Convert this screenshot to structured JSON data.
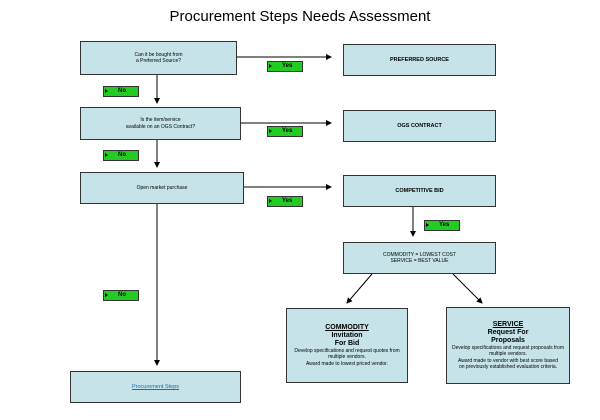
{
  "title": "Procurement Steps Needs Assessment",
  "nodes": {
    "q_preferred": [
      "Can it be bought from",
      "a Preferred Source?"
    ],
    "preferred_source": "PREFERRED SOURCE",
    "q_ogs": [
      "Is the item/service",
      "available on an OGS Contract?"
    ],
    "ogs_contract": "OGS CONTRACT",
    "open_market": "Open market purchase",
    "competitive_bid": "COMPETITIVE BID",
    "commodity_service": [
      "COMMODITY = LOWEST COST",
      "SERVICE = BEST VALUE"
    ],
    "commodity": {
      "heading": "COMMODITY",
      "line2": "Invitation",
      "line3": "For Bid",
      "body": [
        "Develop specifications and request quotes from",
        "multiple vendors.",
        "Award made to lowest priced vendor."
      ]
    },
    "service": {
      "heading": "SERVICE",
      "line2": "Request For",
      "line3": "Proposals",
      "body": [
        "Develop specifications and request proposals from",
        "multiple vendors.",
        "Award made to vendor with best score based",
        "on previously established evaluation criteria."
      ]
    },
    "procurement_steps": "Procurement Steps"
  },
  "tags": {
    "yes": "Yes",
    "no": "No"
  },
  "colors": {
    "box_fill": "#c5e3e8",
    "tag_fill": "#22cc22",
    "link": "#1a6db3"
  }
}
